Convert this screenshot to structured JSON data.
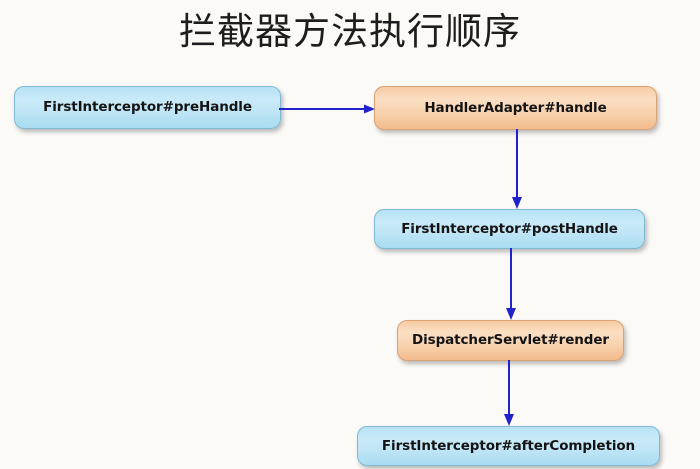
{
  "diagram": {
    "title": "拦截器方法执行顺序",
    "background_color": "#fbfaf7",
    "arrow_color": "#2222cc",
    "node_fill_blue": "#c2e6f6",
    "node_fill_orange": "#f8d2ae",
    "nodes": [
      {
        "id": "pre-handle",
        "label": "FirstInterceptor#preHandle",
        "style": "blue"
      },
      {
        "id": "handler-adapter",
        "label": "HandlerAdapter#handle",
        "style": "orange"
      },
      {
        "id": "post-handle",
        "label": "FirstInterceptor#postHandle",
        "style": "blue"
      },
      {
        "id": "dispatcher-render",
        "label": "DispatcherServlet#render",
        "style": "orange"
      },
      {
        "id": "after-completion",
        "label": "FirstInterceptor#afterCompletion",
        "style": "blue"
      }
    ],
    "edges": [
      {
        "from": "pre-handle",
        "to": "handler-adapter",
        "direction": "right"
      },
      {
        "from": "handler-adapter",
        "to": "post-handle",
        "direction": "down"
      },
      {
        "from": "post-handle",
        "to": "dispatcher-render",
        "direction": "down"
      },
      {
        "from": "dispatcher-render",
        "to": "after-completion",
        "direction": "down"
      }
    ]
  }
}
